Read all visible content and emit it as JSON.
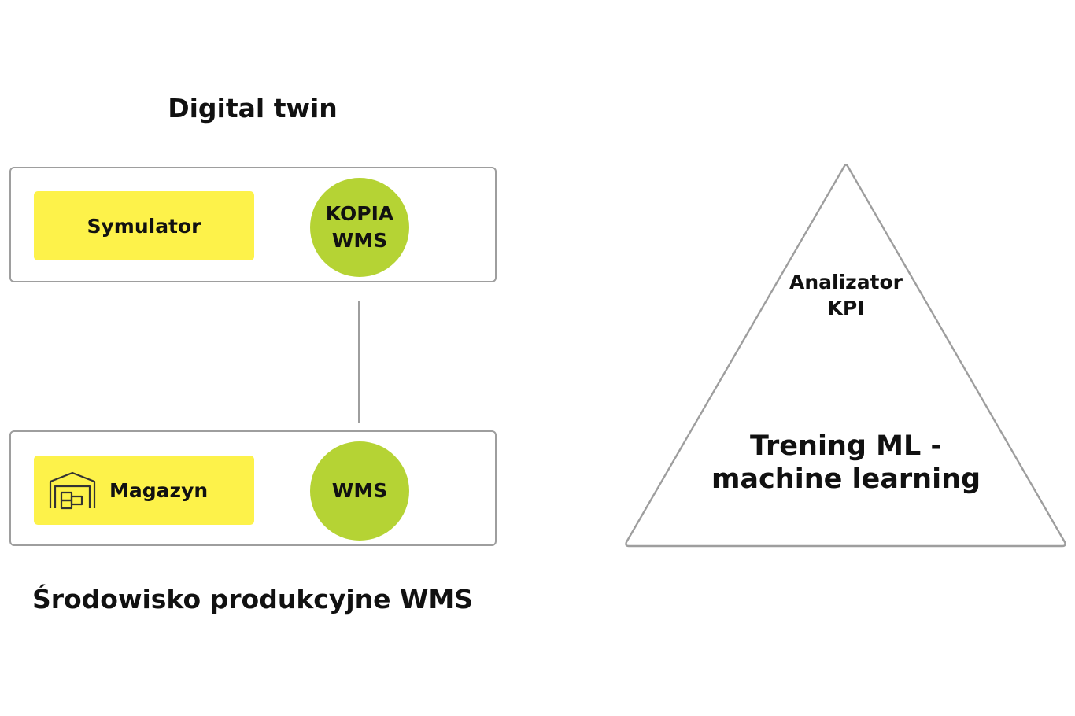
{
  "left": {
    "top_heading": "Digital twin",
    "bottom_heading": "Środowisko produkcyjne WMS",
    "top_panel": {
      "chip_label": "Symulator",
      "circle_label": "KOPIA\nWMS"
    },
    "bottom_panel": {
      "chip_label": "Magazyn",
      "chip_icon": "warehouse-icon",
      "circle_label": "WMS"
    }
  },
  "right": {
    "triangle_top_label": "Analizator\nKPI",
    "triangle_main_label": "Trening ML -\nmachine learning"
  },
  "colors": {
    "chip": "#fdf24a",
    "circle": "#b5d334",
    "border": "#9e9e9e",
    "text": "#111111"
  }
}
